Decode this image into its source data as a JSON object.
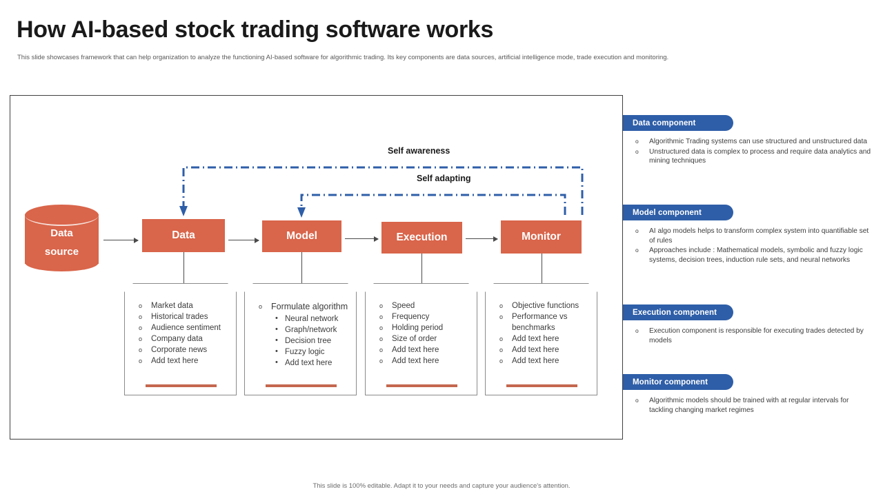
{
  "header": {
    "title": "How AI-based stock trading software works",
    "subtitle": "This slide showcases framework that can help organization to analyze the functioning AI-based software for algorithmic trading. Its key components are data sources, artificial intelligence mode,  trade execution and monitoring."
  },
  "colors": {
    "accent_orange": "#d9654a",
    "accent_blue": "#2e5ea8",
    "underline_orange": "#c4674e",
    "frame_border": "#3f3f3f",
    "text_dark": "#1a1a1a",
    "text_body": "#3c3c3c"
  },
  "diagram": {
    "data_source_label": "Data\nsource",
    "data_source_line1": "Data",
    "data_source_line2": "source",
    "loops": [
      {
        "label": "Self awareness"
      },
      {
        "label": "Self adapting"
      }
    ],
    "stages": [
      {
        "id": "data",
        "label": "Data"
      },
      {
        "id": "model",
        "label": "Model"
      },
      {
        "id": "execution",
        "label": "Execution"
      },
      {
        "id": "monitor",
        "label": "Monitor"
      }
    ],
    "cards": [
      {
        "id": "data",
        "items": [
          {
            "text": "Market data"
          },
          {
            "text": "Historical trades"
          },
          {
            "text": "Audience  sentiment"
          },
          {
            "text": "Company  data"
          },
          {
            "text": "Corporate  news"
          },
          {
            "text": "Add text here"
          }
        ]
      },
      {
        "id": "model",
        "items": [
          {
            "text": "Formulate algorithm"
          }
        ],
        "sub_items": [
          {
            "text": "Neural  network"
          },
          {
            "text": "Graph/network"
          },
          {
            "text": "Decision  tree"
          },
          {
            "text": "Fuzzy logic"
          },
          {
            "text": "Add text here"
          }
        ]
      },
      {
        "id": "execution",
        "items": [
          {
            "text": "Speed"
          },
          {
            "text": "Frequency"
          },
          {
            "text": "Holding  period"
          },
          {
            "text": "Size of order"
          },
          {
            "text": "Add text here"
          },
          {
            "text": "Add text here"
          }
        ]
      },
      {
        "id": "monitor",
        "items": [
          {
            "text": "Objective  functions"
          },
          {
            "text": "Performance vs benchmarks"
          },
          {
            "text": "Add text here"
          },
          {
            "text": "Add text here"
          },
          {
            "text": "Add text here"
          }
        ]
      }
    ]
  },
  "panels": [
    {
      "id": "data",
      "title": "Data component",
      "items": [
        "Algorithmic Trading systems can use structured and unstructured data",
        "Unstructured data is complex to process and require data analytics and mining techniques"
      ]
    },
    {
      "id": "model",
      "title": "Model component",
      "items": [
        "AI  algo models helps to transform complex system into quantifiable set of rules",
        "Approaches include : Mathematical models, symbolic and fuzzy  logic systems, decision trees, induction rule sets, and neural networks"
      ]
    },
    {
      "id": "execution",
      "title": "Execution component",
      "items": [
        "Execution component is responsible for executing trades detected by models"
      ]
    },
    {
      "id": "monitor",
      "title": "Monitor component",
      "items": [
        "Algorithmic models should be trained with at regular intervals for tackling changing market regimes"
      ]
    }
  ],
  "footer": {
    "note": "This slide is 100% editable.  Adapt it to your needs and capture your audience's attention."
  },
  "icons": {
    "bullet_circle": "o",
    "bullet_dot": "•"
  }
}
